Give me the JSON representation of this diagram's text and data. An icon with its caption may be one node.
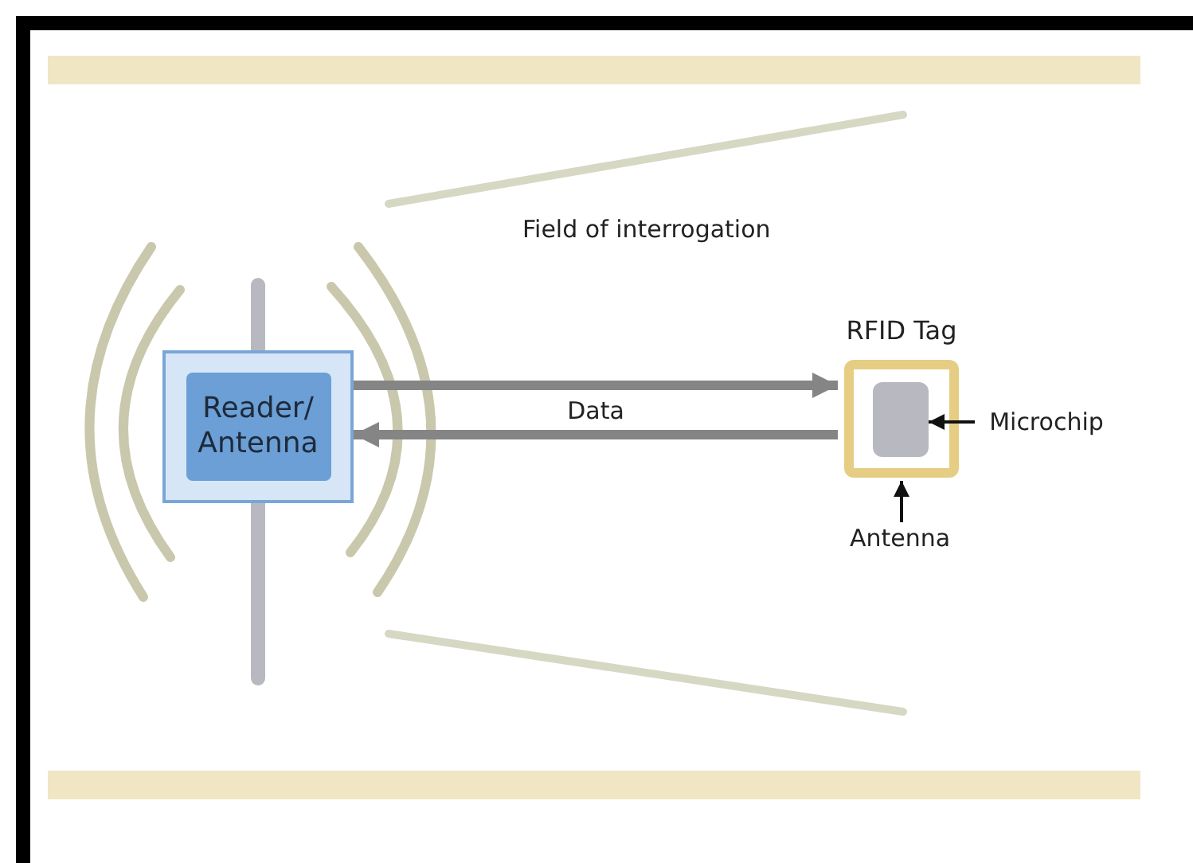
{
  "diagram": {
    "nodes": [
      {
        "text": [
          "Reader/ Antenna"
        ]
      },
      {
        "text": [
          "RFID Tag"
        ]
      },
      {
        "text": [],
        "shape": "box",
        "in": 1
      },
      {
        "text": [
          "Microchip"
        ]
      },
      {
        "text": [
          "Antenna"
        ]
      }
    ],
    "edges": [
      {
        "from": 0,
        "to": 1,
        "arrow": "to",
        "label": "Data",
        "style": "thick",
        "color": "#858585"
      },
      {
        "from": 1,
        "to": 0,
        "arrow": "to",
        "style": "thick",
        "color": "#858585"
      },
      {
        "from": 3,
        "to": 2,
        "arrow": "to",
        "color": "#111111"
      },
      {
        "from": 4,
        "to": 1,
        "arrow": "to",
        "color": "#111111"
      }
    ],
    "labels": [
      "Field of interrogation"
    ]
  }
}
